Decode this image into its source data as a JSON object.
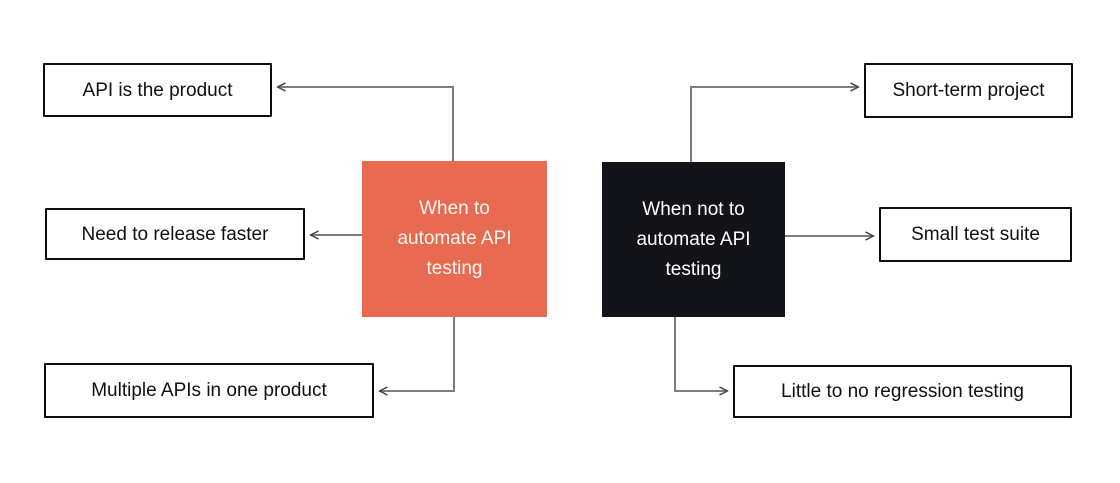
{
  "diagram": {
    "left_group": {
      "hub_label": "When to automate API testing",
      "leaves": [
        {
          "label": "API is the product"
        },
        {
          "label": "Need to release faster"
        },
        {
          "label": "Multiple APIs in one product"
        }
      ]
    },
    "right_group": {
      "hub_label": "When not to automate API testing",
      "leaves": [
        {
          "label": "Short-term project"
        },
        {
          "label": "Small test suite"
        },
        {
          "label": "Little to no regression testing"
        }
      ]
    },
    "colors": {
      "background": "#ffffff",
      "coral_hub": "#e86a51",
      "coral_hub_text": "#fff6f2",
      "dark_hub": "#131419",
      "dark_hub_text": "#ffffff",
      "leaf_border": "#0d0d0d",
      "leaf_text": "#101010",
      "connector_line": "#7d7d7d",
      "arrowhead": "#3c3c3c"
    }
  }
}
